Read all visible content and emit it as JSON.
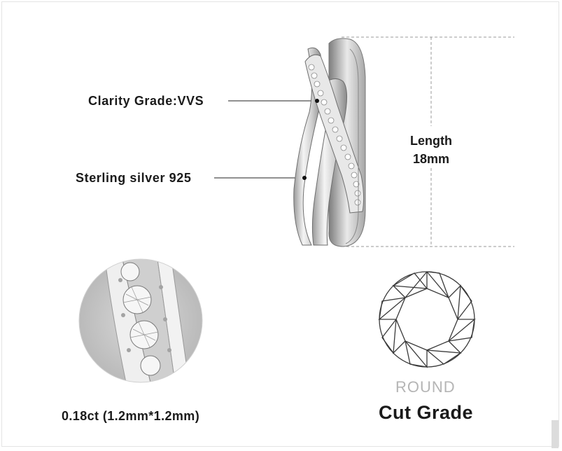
{
  "labels": {
    "clarity": "Clarity Grade:VVS",
    "material": "Sterling silver 925",
    "length_title": "Length",
    "length_value": "18mm",
    "carat": "0.18ct (1.2mm*1.2mm)",
    "shape": "ROUND",
    "cut": "Cut Grade"
  }
}
